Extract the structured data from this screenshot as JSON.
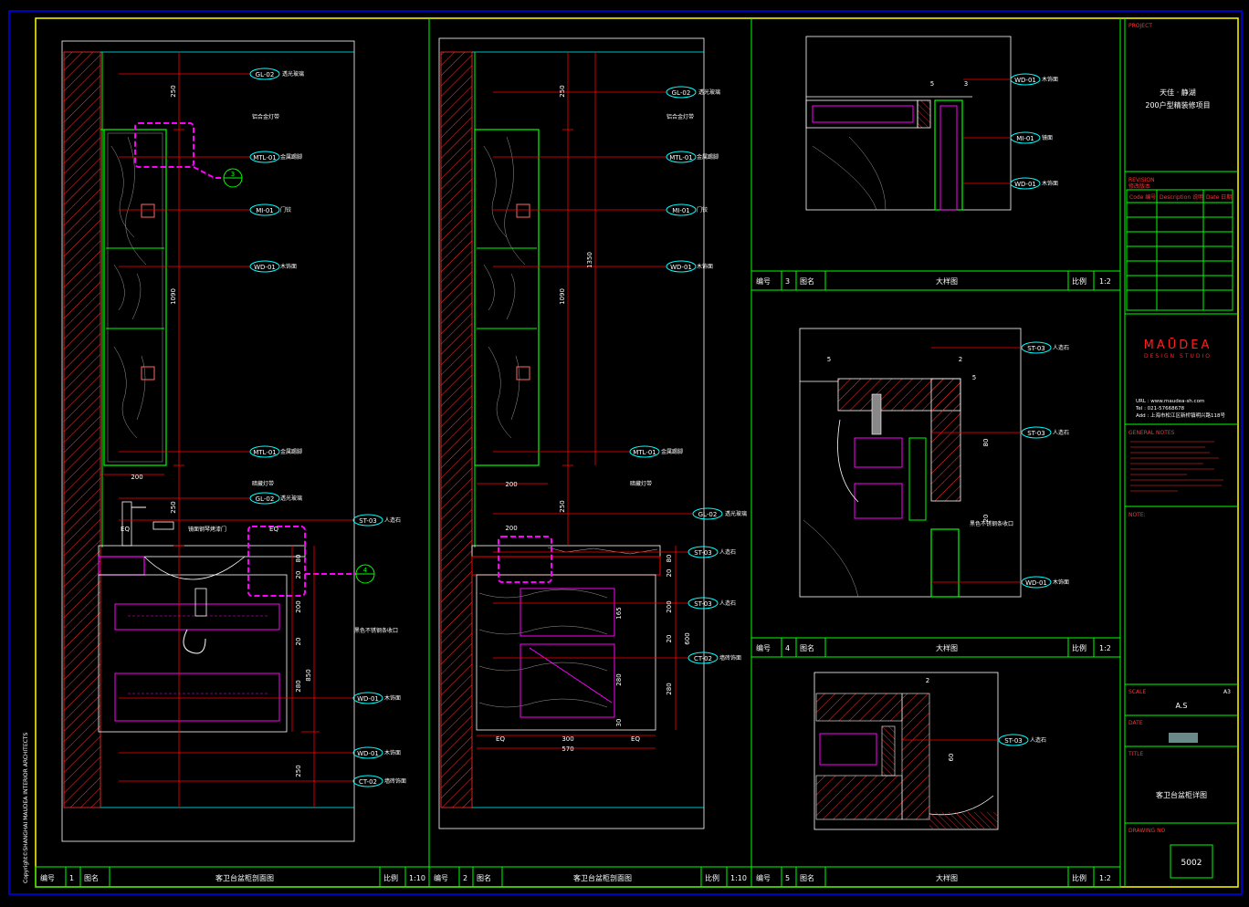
{
  "title_block": {
    "project_label": "PROJECT",
    "project_name_1": "天佳 · 静湖",
    "project_name_2": "200户型精装修项目",
    "revision_label": "REVISION",
    "revision_sub": "修改版本",
    "rev_col_1": "Code 编号",
    "rev_col_2": "Description 说明",
    "rev_col_3": "Date 日期",
    "logo": "MAŪDEA",
    "logo_sub": "DESIGN STUDIO",
    "url": "URL : www.maudea-sh.com",
    "tel": "Tel : 021-57668678",
    "add": "Add : 上海市松江区新桥镇明兴路118号",
    "general_notes_label": "GENERAL NOTES",
    "notes_label": "NOTE:",
    "scale_label": "SCALE",
    "scale_value": "A.S",
    "scale_right": "A3",
    "date_label": "DATE",
    "title_label": "TITLE",
    "title_value": "客卫台盆柜详图",
    "drawing_no_label": "DRAWING NO",
    "drawing_no": "5002"
  },
  "panels": [
    {
      "no_label": "编号",
      "no": "1",
      "name_label": "图名",
      "name": "客卫台盆柜剖面图",
      "scale_label": "比例",
      "scale": "1:10"
    },
    {
      "no_label": "编号",
      "no": "2",
      "name_label": "图名",
      "name": "客卫台盆柜剖面图",
      "scale_label": "比例",
      "scale": "1:10"
    },
    {
      "no_label": "编号",
      "no": "3",
      "name_label": "图名",
      "name": "大样图",
      "scale_label": "比例",
      "scale": "1:2"
    },
    {
      "no_label": "编号",
      "no": "4",
      "name_label": "图名",
      "name": "大样图",
      "scale_label": "比例",
      "scale": "1:2"
    },
    {
      "no_label": "编号",
      "no": "5",
      "name_label": "图名",
      "name": "大样图",
      "scale_label": "比例",
      "scale": "1:2"
    }
  ],
  "tags_p1": [
    "GL-02",
    "MTL-01",
    "MI-01",
    "WD-01",
    "MTL-01",
    "GL-02",
    "ST-03",
    "WD-01",
    "WD-01",
    "CT-02"
  ],
  "notes_p1": [
    "透光玻璃",
    "铝合金灯带",
    "金属踢脚",
    "门铰",
    "木饰面",
    "金属踢脚",
    "暗藏灯带",
    "透光玻璃",
    "人造石",
    "黑色不锈钢条收口",
    "木饰面",
    "木饰面",
    "墙砖饰面",
    "镜面钢琴烤漆门"
  ],
  "dims_p1": [
    "250",
    "1090",
    "200",
    "250",
    "EQ",
    "EQ",
    "80",
    "20",
    "200",
    "20",
    "850",
    "280",
    "250"
  ],
  "callouts": [
    "3",
    "4"
  ],
  "tags_p2": [
    "GL-02",
    "MTL-01",
    "MI-01",
    "WD-01",
    "MTL-01",
    "GL-02",
    "ST-03",
    "ST-03",
    "CT-02"
  ],
  "notes_p2": [
    "透光玻璃",
    "铝合金灯带",
    "金属踢脚",
    "门铰",
    "木饰面",
    "金属踢脚",
    "暗藏灯带",
    "透光玻璃",
    "人造石",
    "人造石",
    "墙砖饰面"
  ],
  "dims_p2": [
    "250",
    "1090",
    "1350",
    "200",
    "250",
    "200",
    "80",
    "20",
    "200",
    "20",
    "600",
    "280",
    "165",
    "280",
    "30",
    "EQ",
    "300",
    "EQ",
    "570"
  ],
  "tags_p3": [
    "WD-01",
    "MI-01",
    "WD-01"
  ],
  "notes_p3": [
    "木饰面",
    "镜面",
    "木饰面"
  ],
  "dims_p3": [
    "5",
    "3"
  ],
  "tags_p4": [
    "ST-03",
    "ST-03",
    "WD-01"
  ],
  "notes_p4": [
    "人造石",
    "人造石",
    "黑色不锈钢条收口",
    "木饰面"
  ],
  "dims_p4": [
    "5",
    "2",
    "5",
    "80",
    "20"
  ],
  "tags_p5": [
    "ST-03"
  ],
  "notes_p5": [
    "人造石"
  ],
  "dims_p5": [
    "2",
    "60"
  ],
  "copyright": "Copyright©SHANGHAI MAUDEA INTERIOR ARCHITECTS",
  "colors": {
    "frame": "#ffff00",
    "line": "#00ff00",
    "tag": "#00ffff",
    "dim": "#ff0000",
    "highlight": "#ff00ff",
    "text": "#ffffff"
  }
}
